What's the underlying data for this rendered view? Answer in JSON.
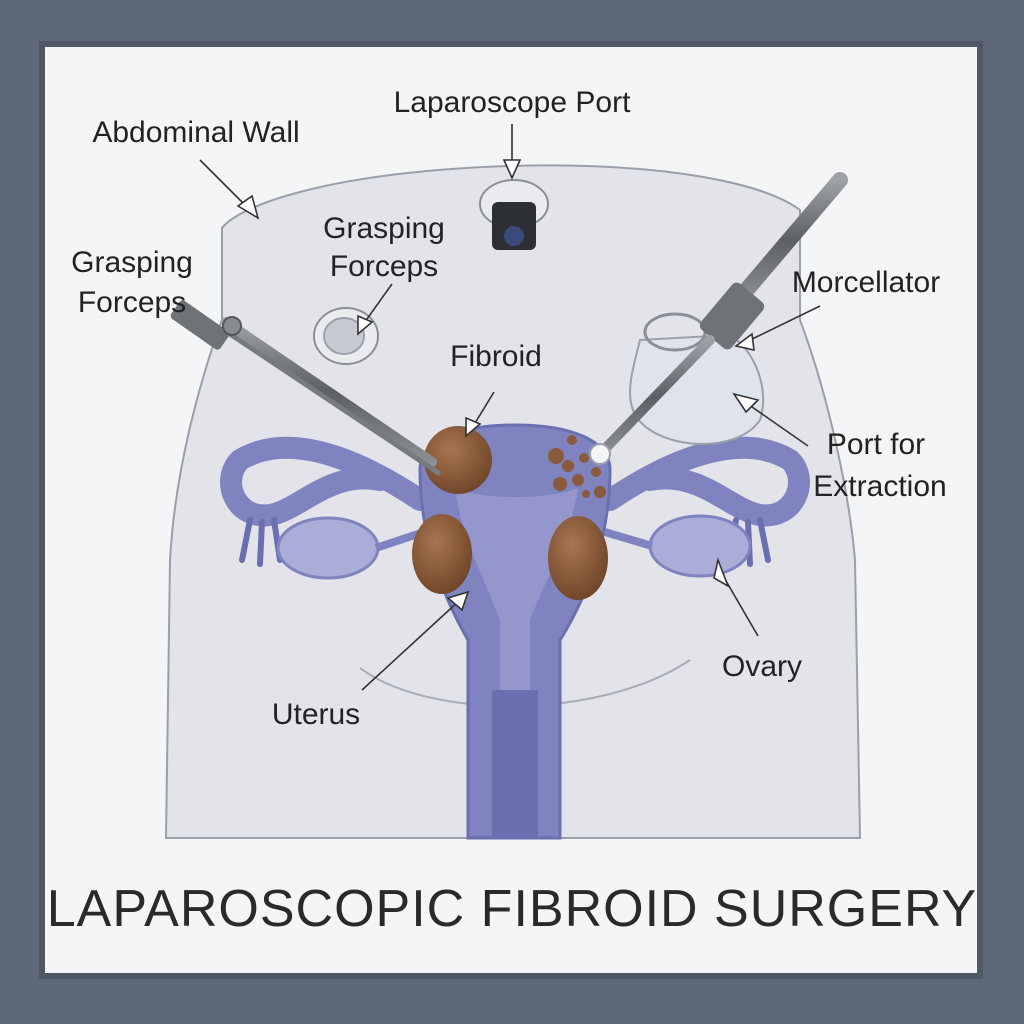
{
  "title": "LAPAROSCOPIC FIBROID SURGERY",
  "labels": {
    "laparoscope_port": "Laparoscope Port",
    "abdominal_wall": "Abdominal Wall",
    "grasping_forceps_left_1": "Grasping",
    "grasping_forceps_left_2": "Forceps",
    "grasping_forceps_mid_1": "Grasping",
    "grasping_forceps_mid_2": "Forceps",
    "morcellator": "Morcellator",
    "fibroid": "Fibroid",
    "port_for_extraction_1": "Port for",
    "port_for_extraction_2": "Extraction",
    "ovary": "Ovary",
    "uterus": "Uterus"
  },
  "colors": {
    "frame": "#5d6976",
    "panel": "#f4f5f7",
    "abdomen": "#e2e4ea",
    "uterus": "#7f84c0",
    "uterus_dark": "#6a6fb0",
    "fibroid": "#8a5a3c",
    "instrument": "#777b80"
  }
}
